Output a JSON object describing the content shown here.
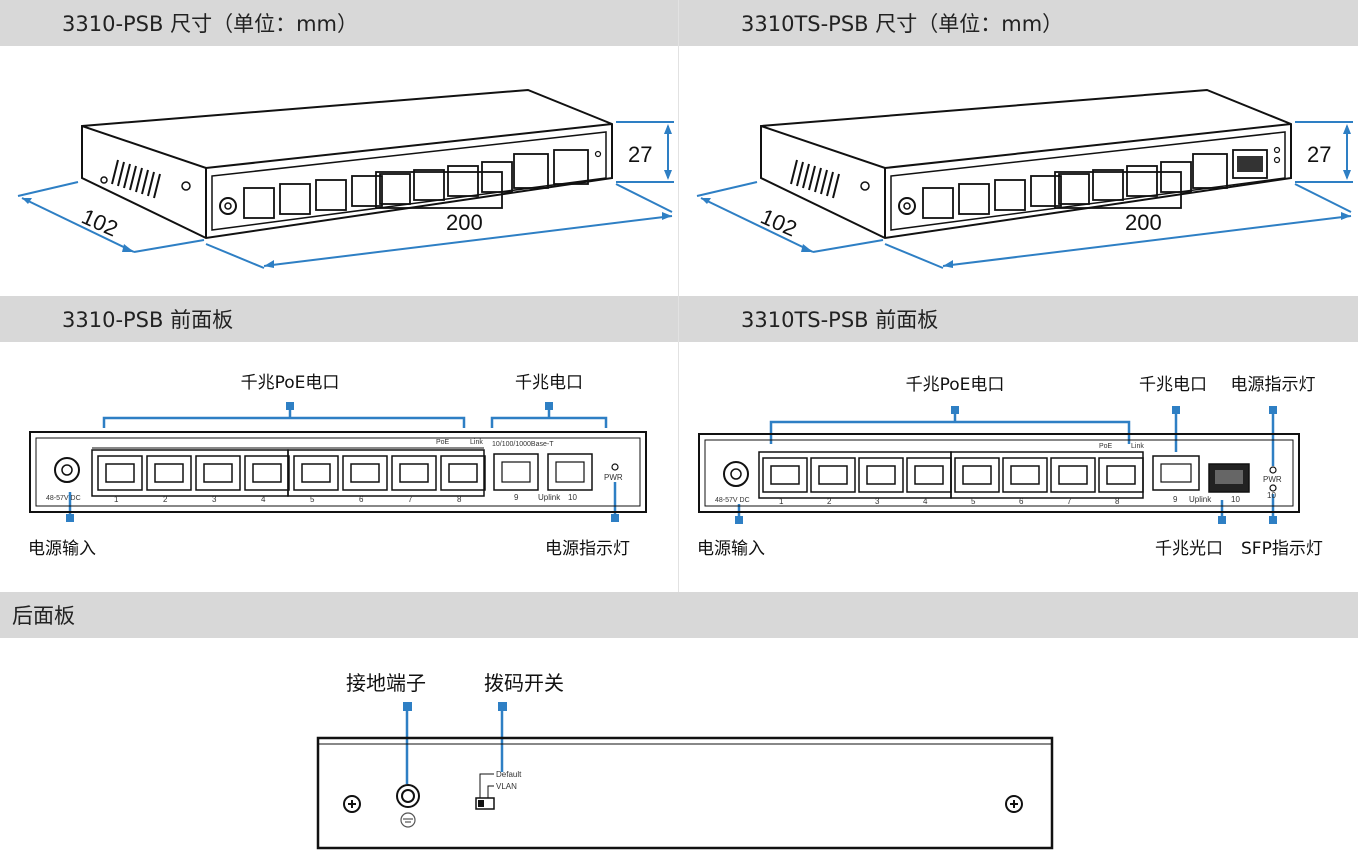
{
  "headers": {
    "left_dim": "3310-PSB 尺寸（单位：mm）",
    "right_dim": "3310TS-PSB 尺寸（单位：mm）",
    "left_front": "3310-PSB 前面板",
    "right_front": "3310TS-PSB 前面板",
    "rear": "后面板"
  },
  "dimensions": {
    "depth": "102",
    "width": "200",
    "height": "27"
  },
  "left_panel": {
    "poe_ports_label": "千兆PoE电口",
    "gige_ports_label": "千兆电口",
    "power_input_label": "电源输入",
    "power_led_label": "电源指示灯",
    "print": {
      "poe": "PoE",
      "link": "Link",
      "speed": "10/100/1000Base-T",
      "uplink": "Uplink",
      "pwr": "PWR",
      "dc": "48-57V DC",
      "port_numbers": [
        "1",
        "2",
        "3",
        "4",
        "5",
        "6",
        "7",
        "8"
      ],
      "port9": "9",
      "port10": "10"
    }
  },
  "right_panel": {
    "poe_ports_label": "千兆PoE电口",
    "gige_port_label": "千兆电口",
    "power_led_label": "电源指示灯",
    "power_input_label": "电源输入",
    "sfp_port_label": "千兆光口",
    "sfp_led_label": "SFP指示灯",
    "print": {
      "poe": "PoE",
      "link": "Link",
      "uplink": "Uplink",
      "pwr": "PWR",
      "ten": "10",
      "dc": "48-57V DC",
      "port_numbers": [
        "1",
        "2",
        "3",
        "4",
        "5",
        "6",
        "7",
        "8"
      ],
      "port9": "9",
      "port10": "10"
    }
  },
  "rear_panel": {
    "ground_label": "接地端子",
    "dip_label": "拨码开关",
    "default_text": "Default",
    "vlan_text": "VLAN"
  }
}
